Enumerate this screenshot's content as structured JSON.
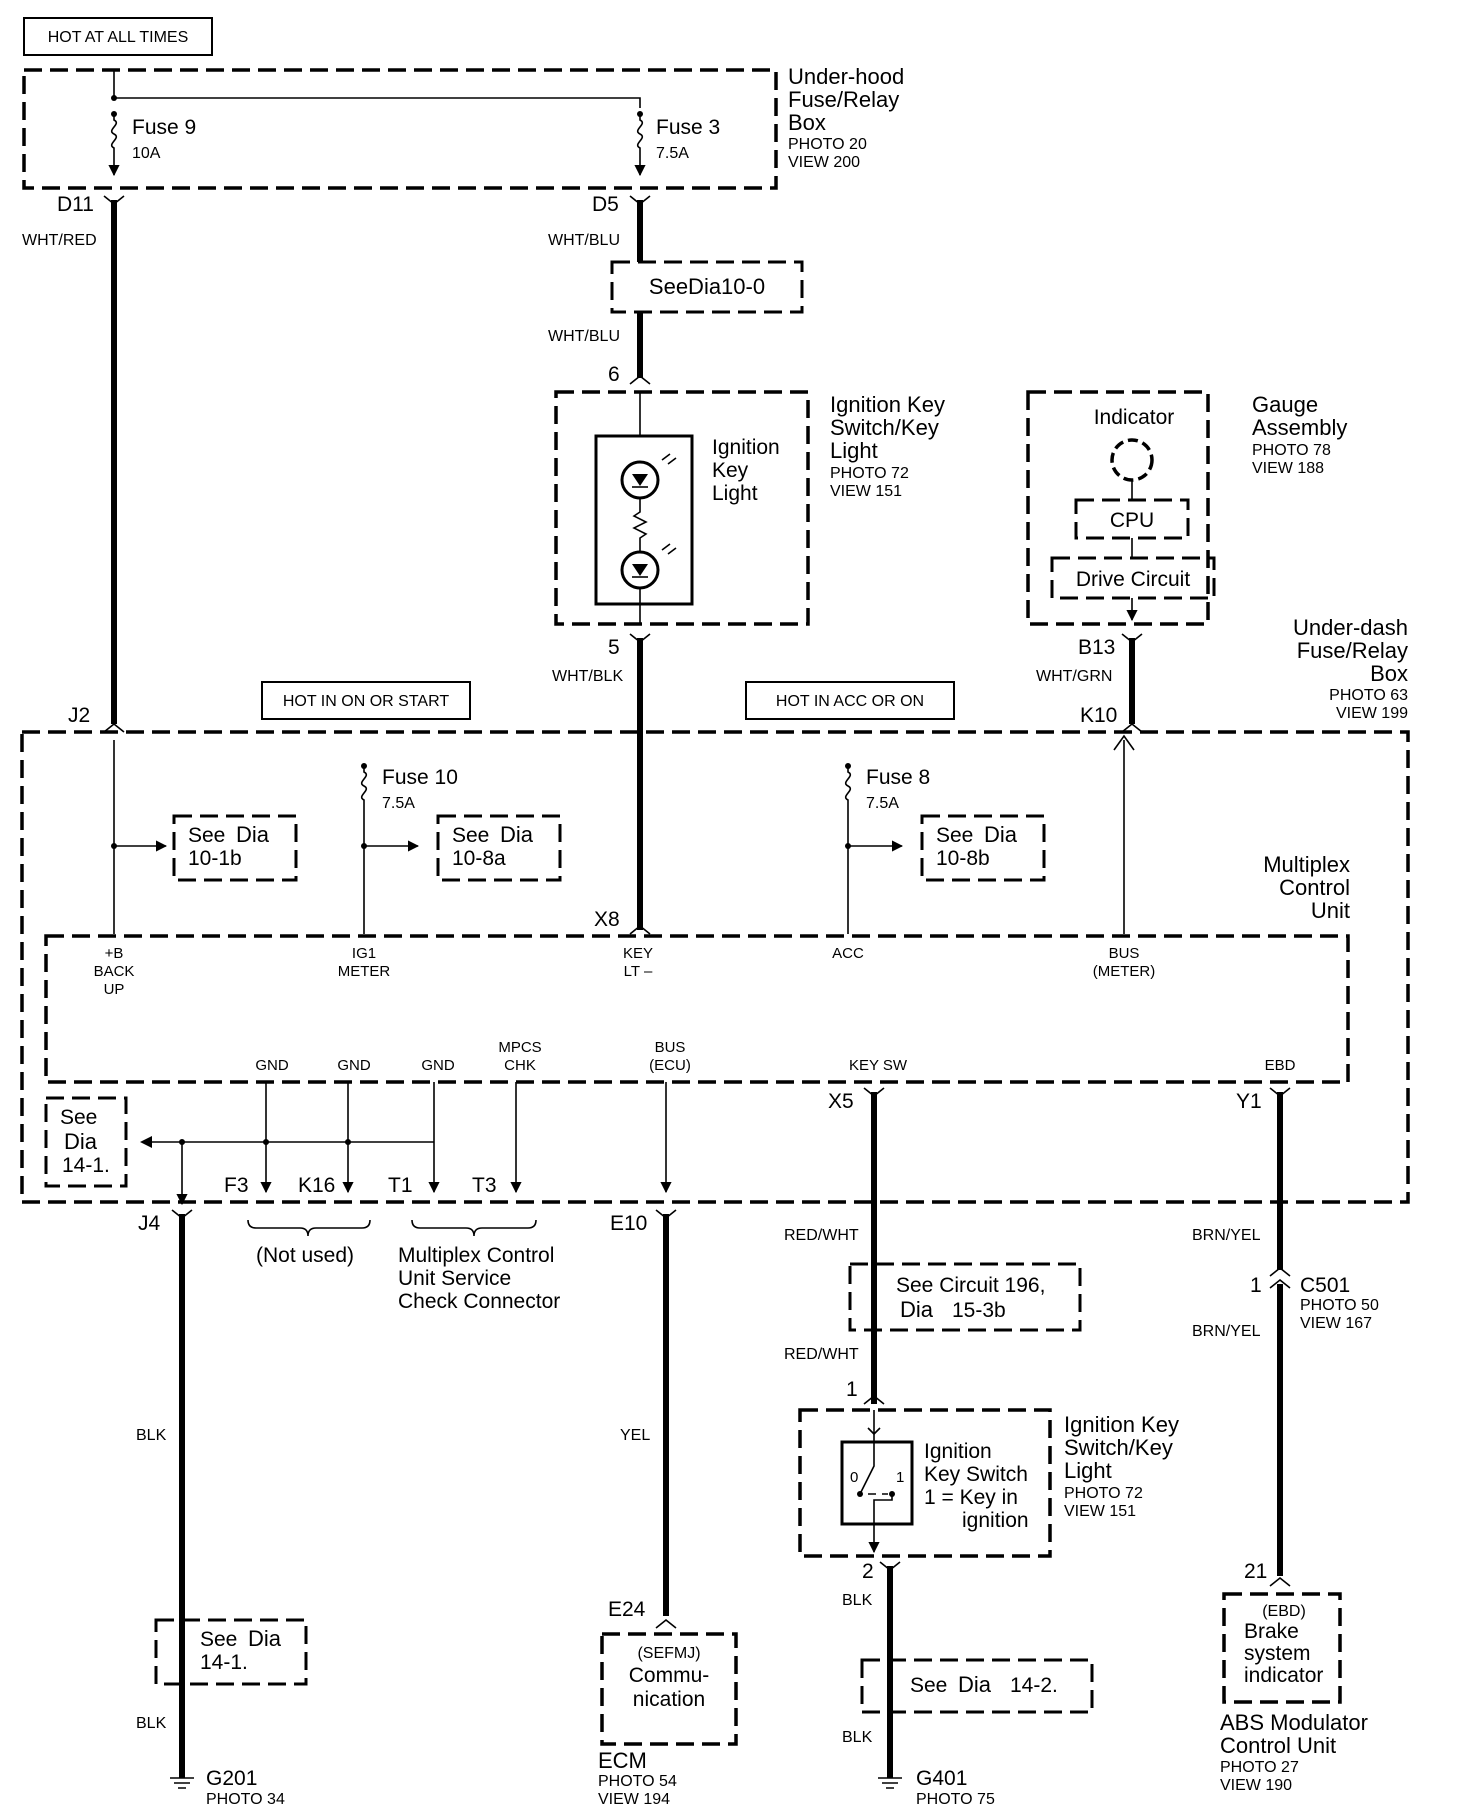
{
  "labels": {
    "hot_all_times": "HOT AT ALL TIMES",
    "hot_on_start": "HOT IN ON OR START",
    "hot_acc_on": "HOT IN ACC OR ON",
    "underhood_1": "Under-hood",
    "underhood_2": "Fuse/Relay",
    "underhood_3": "Box",
    "underhood_photo": "PHOTO 20",
    "underhood_view": "VIEW 200",
    "fuse9": "Fuse 9",
    "fuse9_a": "10A",
    "fuse3": "Fuse 3",
    "fuse3_a": "7.5A",
    "d11": "D11",
    "d5": "D5",
    "wht_red": "WHT/RED",
    "wht_blu_1": "WHT/BLU",
    "see_dia_10_0": "SeeDia10-0",
    "wht_blu_2": "WHT/BLU",
    "pin6": "6",
    "pin5": "5",
    "ign_key_light_1": "Ignition",
    "ign_key_light_2": "Key",
    "ign_key_light_3": "Light",
    "iksk_1": "Ignition Key",
    "iksk_2": "Switch/Key",
    "iksk_3": "Light",
    "iksk_photo": "PHOTO 72",
    "iksk_view": "VIEW 151",
    "indicator": "Indicator",
    "cpu": "CPU",
    "drive_circuit": "Drive Circuit",
    "gauge_1": "Gauge",
    "gauge_2": "Assembly",
    "gauge_photo": "PHOTO 78",
    "gauge_view": "VIEW 188",
    "b13": "B13",
    "wht_grn": "WHT/GRN",
    "k10": "K10",
    "underdash_1": "Under-dash",
    "underdash_2": "Fuse/Relay",
    "underdash_3": "Box",
    "underdash_photo": "PHOTO 63",
    "underdash_view": "VIEW 199",
    "wht_blk": "WHT/BLK",
    "j2": "J2",
    "fuse10": "Fuse 10",
    "fuse10_a": "7.5A",
    "fuse8": "Fuse 8",
    "fuse8_a": "7.5A",
    "see_dia_10_1b": "10-1b",
    "see_dia_10_8a": "10-8a",
    "see_dia_10_8b": "10-8b",
    "see": "See",
    "dia": "Dia",
    "mcu_1": "Multiplex",
    "mcu_2": "Control",
    "mcu_3": "Unit",
    "x8": "X8",
    "pin_b_1": "+B",
    "pin_b_2": "BACK",
    "pin_b_3": "UP",
    "pin_ig1_1": "IG1",
    "pin_ig1_2": "METER",
    "pin_key_1": "KEY",
    "pin_key_2": "LT –",
    "pin_acc": "ACC",
    "pin_bus_1": "BUS",
    "pin_bus_2": "(METER)",
    "gnd": "GND",
    "mpcs_1": "MPCS",
    "mpcs_2": "CHK",
    "bus_ecu_1": "BUS",
    "bus_ecu_2": "(ECU)",
    "key_sw": "KEY SW",
    "ebd": "EBD",
    "see_dia_14_1": "14-1.",
    "x5": "X5",
    "y1": "Y1",
    "f3": "F3",
    "k16": "K16",
    "t1": "T1",
    "t3": "T3",
    "j4": "J4",
    "e10": "E10",
    "not_used": "(Not used)",
    "mcusc_1": "Multiplex Control",
    "mcusc_2": "Unit Service",
    "mcusc_3": "Check Connector",
    "red_wht": "RED/WHT",
    "brn_yel": "BRN/YEL",
    "c501": "C501",
    "c501_pin": "1",
    "c501_photo": "PHOTO 50",
    "c501_view": "VIEW 167",
    "see_circuit_1": "See Circuit 196,",
    "see_circuit_2": "15-3b",
    "pin1": "1",
    "pin2": "2",
    "ign_sw_1": "Ignition",
    "ign_sw_2": "Key Switch",
    "ign_sw_3": "1 = Key in",
    "ign_sw_4": "ignition",
    "sw_0": "0",
    "sw_1": "1",
    "blk": "BLK",
    "yel": "YEL",
    "see_dia_14_2": "14-2.",
    "e24": "E24",
    "sefmj": "(SEFMJ)",
    "commu_1": "Commu-",
    "commu_2": "nication",
    "ecm": "ECM",
    "ecm_photo": "PHOTO 54",
    "ecm_view": "VIEW 194",
    "g201": "G201",
    "g201_photo": "PHOTO 34",
    "g401": "G401",
    "g401_photo": "PHOTO 75",
    "pin21": "21",
    "ebd_paren": "(EBD)",
    "brake_1": "Brake",
    "brake_2": "system",
    "brake_3": "indicator",
    "abs_1": "ABS Modulator",
    "abs_2": "Control Unit",
    "abs_photo": "PHOTO 27",
    "abs_view": "VIEW 190"
  }
}
